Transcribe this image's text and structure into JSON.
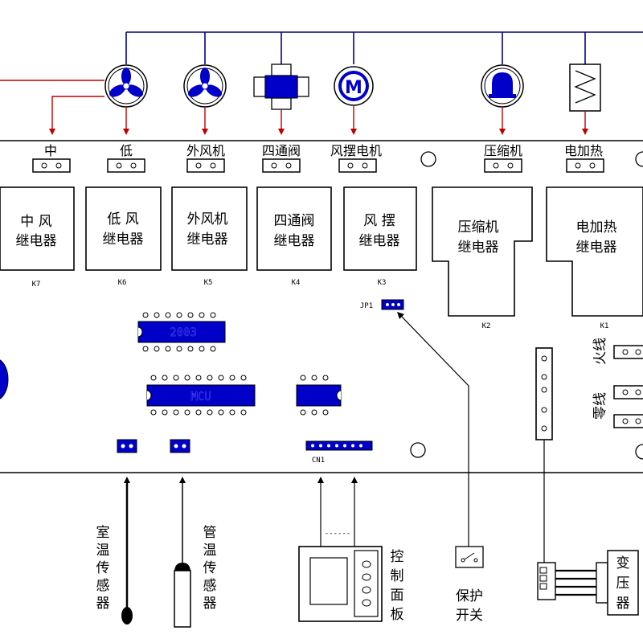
{
  "top_labels": [
    "中",
    "低",
    "外风机",
    "四通阀",
    "风摆电机",
    "压缩机",
    "电加热"
  ],
  "relays": [
    {
      "line1": "中  风",
      "line2": "继电器",
      "id": "K7"
    },
    {
      "line1": "低  风",
      "line2": "继电器",
      "id": "K6"
    },
    {
      "line1": "外风机",
      "line2": "继电器",
      "id": "K5"
    },
    {
      "line1": "四通阀",
      "line2": "继电器",
      "id": "K4"
    },
    {
      "line1": "风  摆",
      "line2": "继电器",
      "id": "K3"
    },
    {
      "line1": "压缩机",
      "line2": "继电器",
      "id": "K2"
    },
    {
      "line1": "电加热",
      "line2": "继电器",
      "id": "K1"
    }
  ],
  "jumper_label": "JP1",
  "chips": {
    "eeprom": "2003",
    "mcu": "MCU"
  },
  "connector_label": "CN1",
  "power": {
    "live": "火线",
    "neutral": "零线"
  },
  "sensors": {
    "room": "室温传感器",
    "pipe": "管温传感器"
  },
  "panel": {
    "label": "控制面板",
    "chip": "------"
  },
  "switch_label": "保护开关",
  "transformer_label": "变压器",
  "colors": {
    "wire": "#000080",
    "component": "#0000c8",
    "arrow": "#c00000",
    "line": "#000000"
  }
}
